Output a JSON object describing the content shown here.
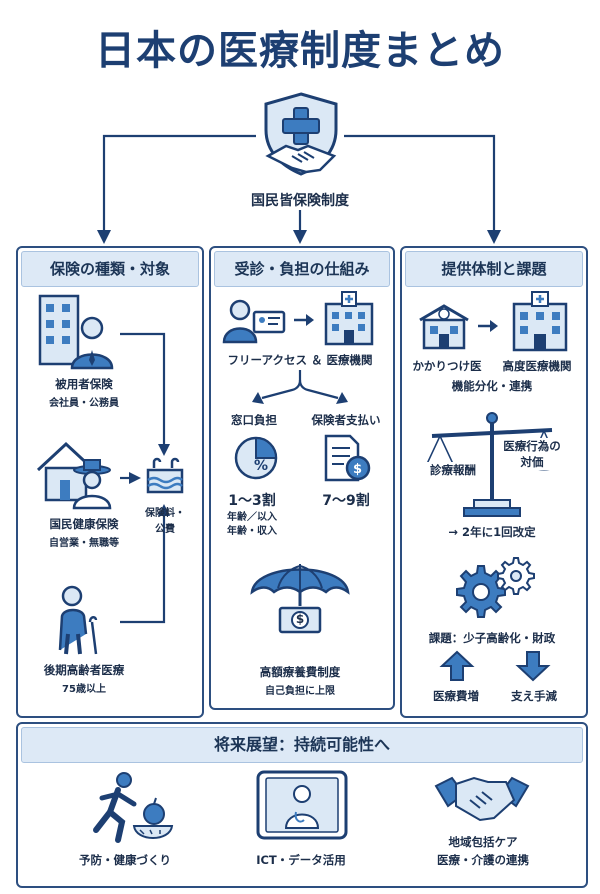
{
  "title": "日本の医療制度まとめ",
  "top_label": "国民皆保険制度",
  "colors": {
    "navy": "#1d3f72",
    "blue": "#3d7cc0",
    "light": "#dde9f6"
  },
  "panel1": {
    "header": "保険の種類・対象",
    "employee": "被用者保険",
    "employee_sub": "会社員・公務員",
    "national": "国民健康保険",
    "national_sub": "自営業・無職等",
    "elderly": "後期高齢者医療",
    "elderly_sub": "75歳以上",
    "pool_line1": "保険料・",
    "pool_line2": "公費"
  },
  "panel2": {
    "header": "受診・負担の仕組み",
    "access": "フリーアクセス ＆ 医療機関",
    "copay": "窓口負担",
    "insurer": "保険者支払い",
    "copay_ratio": "1〜3割",
    "copay_note1": "年齢／以入",
    "copay_note2": "年齢・収入",
    "insurer_ratio": "7〜9割",
    "high_cost": "高額療養費制度",
    "high_cost_sub": "自己負担に上限",
    "dollar": "$"
  },
  "panel3": {
    "header": "提供体制と課題",
    "clinic": "かかりつけ医",
    "hospital": "高度医療機関",
    "collab": "機能分化・連携",
    "fee": "診療報酬",
    "value_line1": "医療行為の",
    "value_line2": "対価",
    "revision": "→ 2年に1回改定",
    "issue": "課題：少子高齢化・財政",
    "cost_up": "医療費増",
    "support_down": "支え手減"
  },
  "bottom": {
    "header": "将来展望：持続可能性へ",
    "items": [
      "予防・健康づくり",
      "ICT・データ活用",
      "地域包括ケア"
    ],
    "item3_sub": "医療・介護の連携"
  }
}
